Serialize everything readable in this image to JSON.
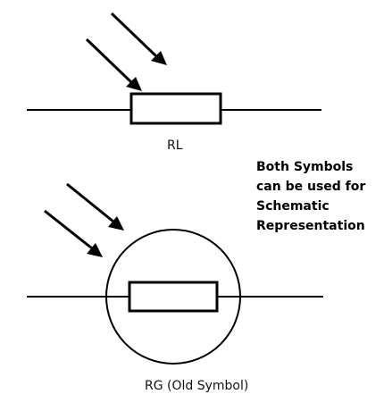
{
  "symbols": {
    "rl_label": "RL",
    "rg_label": "RG (Old Symbol)"
  },
  "note": {
    "lines": [
      "Both Symbols",
      "can be used for",
      "Schematic",
      "Representation"
    ]
  },
  "colors": {
    "stroke": "#000000",
    "background": "#ffffff"
  }
}
